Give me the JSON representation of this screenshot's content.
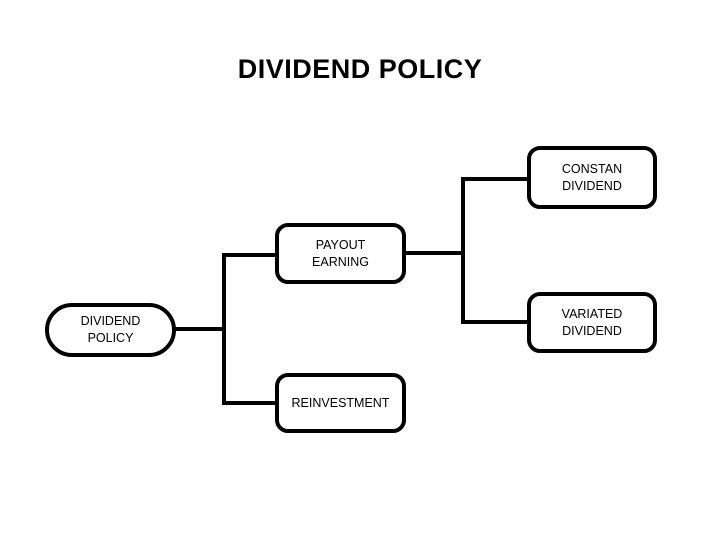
{
  "title": "DIVIDEND POLICY",
  "chart_data": {
    "type": "diagram",
    "title": "DIVIDEND POLICY",
    "layout": "left-to-right hierarchy / bracket tree",
    "nodes": [
      {
        "id": "root",
        "label": "DIVIDEND\nPOLICY",
        "shape": "pill",
        "level": 0
      },
      {
        "id": "payout",
        "label": "PAYOUT\nEARNING",
        "shape": "rounded-rect",
        "level": 1
      },
      {
        "id": "reinvestment",
        "label": "REINVESTMENT",
        "shape": "rounded-rect",
        "level": 1
      },
      {
        "id": "constant",
        "label": "CONSTAN\nDIVIDEND",
        "shape": "rounded-rect",
        "level": 2
      },
      {
        "id": "variated",
        "label": "VARIATED\nDIVIDEND",
        "shape": "rounded-rect",
        "level": 2
      }
    ],
    "edges": [
      {
        "from": "root",
        "to": "payout"
      },
      {
        "from": "root",
        "to": "reinvestment"
      },
      {
        "from": "payout",
        "to": "constant"
      },
      {
        "from": "payout",
        "to": "variated"
      }
    ],
    "colors": {
      "background": "#FFFFFF",
      "stroke": "#000000",
      "text": "#000000",
      "node_fill": "#FFFFFF"
    }
  },
  "nodes": {
    "root": {
      "label": "DIVIDEND\nPOLICY"
    },
    "payout": {
      "label": "PAYOUT\nEARNING"
    },
    "reinvestment": {
      "label": "REINVESTMENT"
    },
    "constant": {
      "label": "CONSTAN\nDIVIDEND"
    },
    "variated": {
      "label": "VARIATED\nDIVIDEND"
    }
  }
}
